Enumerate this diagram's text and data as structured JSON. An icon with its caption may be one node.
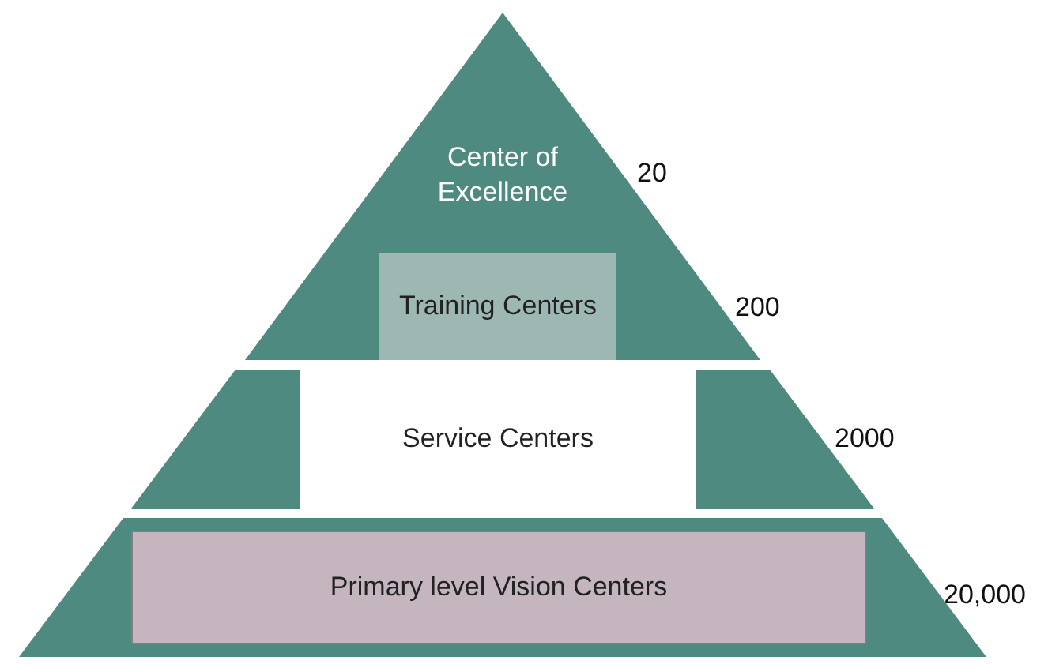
{
  "diagram": {
    "nodes": [
      {
        "text": [
          "Center of Excellence"
        ],
        "beside": [
          "20",
          "200"
        ]
      },
      {
        "text": [
          "Training Centers"
        ],
        "in": 0
      },
      {
        "text": [],
        "shape": "trapezoid",
        "beside": [
          "2000"
        ]
      },
      {
        "text": [
          "Service Centers"
        ],
        "in": 2
      },
      {
        "text": [],
        "shape": "trapezoid",
        "beside": [
          "20,000"
        ]
      },
      {
        "text": [
          "Primary level Vision Centers"
        ],
        "in": 4
      }
    ]
  }
}
